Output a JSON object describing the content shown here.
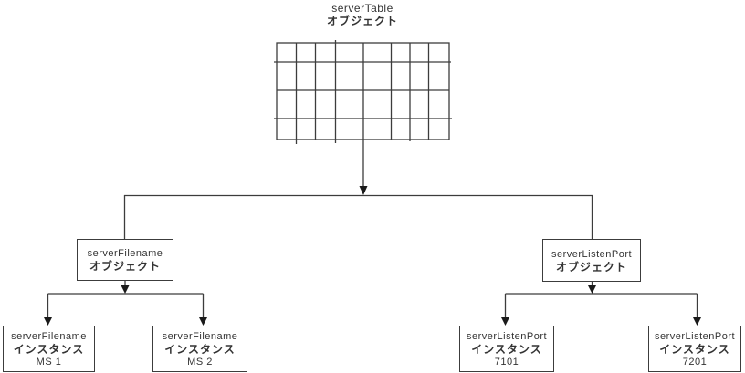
{
  "colors": {
    "line": "#3c3c3c",
    "text": "#333333",
    "background": "#ffffff"
  },
  "root": {
    "name": "serverTable",
    "type_label": "オブジェクト",
    "icon": "table-grid-icon"
  },
  "nodes": [
    {
      "name": "serverFilename",
      "type_label": "オブジェクト"
    },
    {
      "name": "serverListenPort",
      "type_label": "オブジェクト"
    },
    {
      "name": "serverFilename",
      "type_label": "インスタンス",
      "instance_label": "MS 1"
    },
    {
      "name": "serverFilename",
      "type_label": "インスタンス",
      "instance_label": "MS 2"
    },
    {
      "name": "serverListenPort",
      "type_label": "インスタンス",
      "instance_label": "7101"
    },
    {
      "name": "serverListenPort",
      "type_label": "インスタンス",
      "instance_label": "7201"
    }
  ]
}
